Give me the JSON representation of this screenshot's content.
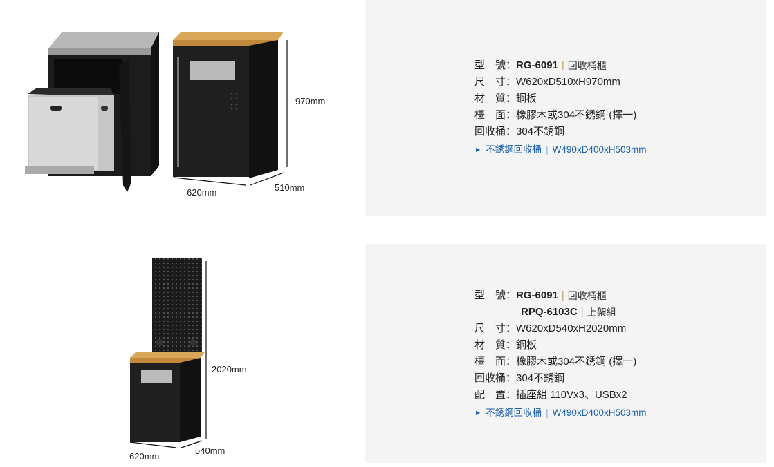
{
  "products": [
    {
      "specs": {
        "model_label": "型　號：",
        "model": "RG-6091",
        "model_desc": "回收桶櫃",
        "size_label": "尺　寸：",
        "size": "W620xD510xH970mm",
        "material_label": "材　質：",
        "material": "鋼板",
        "top_label": "檯　面：",
        "top": "橡膠木或304不銹鋼 (擇一)",
        "bin_label": "回收桶：",
        "bin": "304不銹鋼",
        "link_name": "不銹鋼回收桶",
        "link_size": "W490xD400xH503mm"
      },
      "dims": {
        "height": "970mm",
        "width": "620mm",
        "depth": "510mm"
      }
    },
    {
      "specs": {
        "model_label": "型　號：",
        "model": "RG-6091",
        "model_desc": "回收桶櫃",
        "model2": "RPQ-6103C",
        "model2_desc": "上架組",
        "size_label": "尺　寸：",
        "size": "W620xD540xH2020mm",
        "material_label": "材　質：",
        "material": "鋼板",
        "top_label": "檯　面：",
        "top": "橡膠木或304不銹鋼 (擇一)",
        "bin_label": "回收桶：",
        "bin": "304不銹鋼",
        "config_label": "配　置：",
        "config": "插座組 110Vx3、USBx2",
        "link_name": "不銹鋼回收桶",
        "link_size": "W490xD400xH503mm"
      },
      "dims": {
        "height": "2020mm",
        "width": "620mm",
        "depth": "540mm"
      }
    }
  ]
}
